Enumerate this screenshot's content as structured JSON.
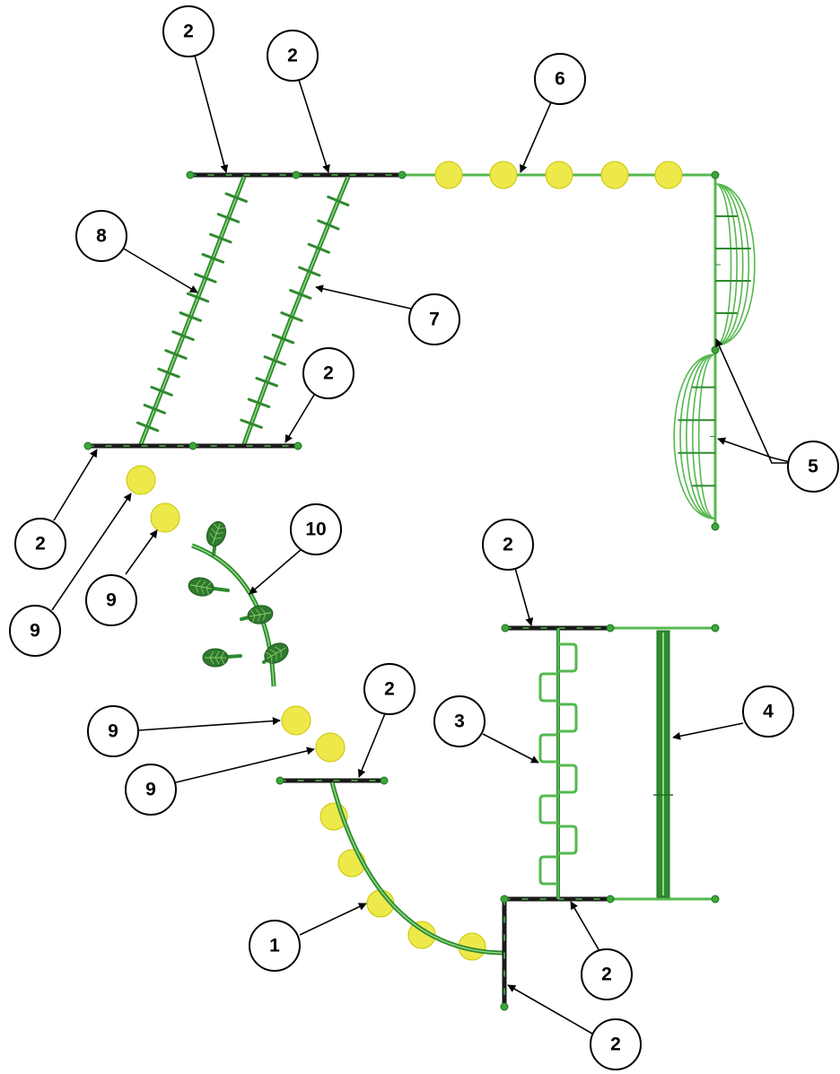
{
  "colors": {
    "beam": "#1a1a1a",
    "pipe": "#55b84f",
    "pipe_dark": "#2f8a2f",
    "pipe_light": "#8fdc7f",
    "node": "#3aa83a",
    "stone": "#ede94a",
    "stone_edge": "#c9c400",
    "leaf": "#2e7a2e",
    "leaf_vein": "#8fcf6f",
    "callout_stroke": "#000000"
  },
  "icons": {
    "callout": "numbered-circle-callout",
    "arrowhead": "arrowhead-icon",
    "stepping_stone": "yellow-disc-icon",
    "leaf": "leaf-icon"
  },
  "callouts": [
    {
      "id": "c2a",
      "label": "2"
    },
    {
      "id": "c2b",
      "label": "2"
    },
    {
      "id": "c6",
      "label": "6"
    },
    {
      "id": "c8",
      "label": "8"
    },
    {
      "id": "c7",
      "label": "7"
    },
    {
      "id": "c2c",
      "label": "2"
    },
    {
      "id": "c5",
      "label": "5"
    },
    {
      "id": "c2d",
      "label": "2"
    },
    {
      "id": "c9a",
      "label": "9"
    },
    {
      "id": "c9b",
      "label": "9"
    },
    {
      "id": "c10",
      "label": "10"
    },
    {
      "id": "c2e",
      "label": "2"
    },
    {
      "id": "c2f",
      "label": "2"
    },
    {
      "id": "c3",
      "label": "3"
    },
    {
      "id": "c4",
      "label": "4"
    },
    {
      "id": "c9c",
      "label": "9"
    },
    {
      "id": "c9d",
      "label": "9"
    },
    {
      "id": "c1",
      "label": "1"
    },
    {
      "id": "c2g",
      "label": "2"
    },
    {
      "id": "c2h",
      "label": "2"
    }
  ]
}
